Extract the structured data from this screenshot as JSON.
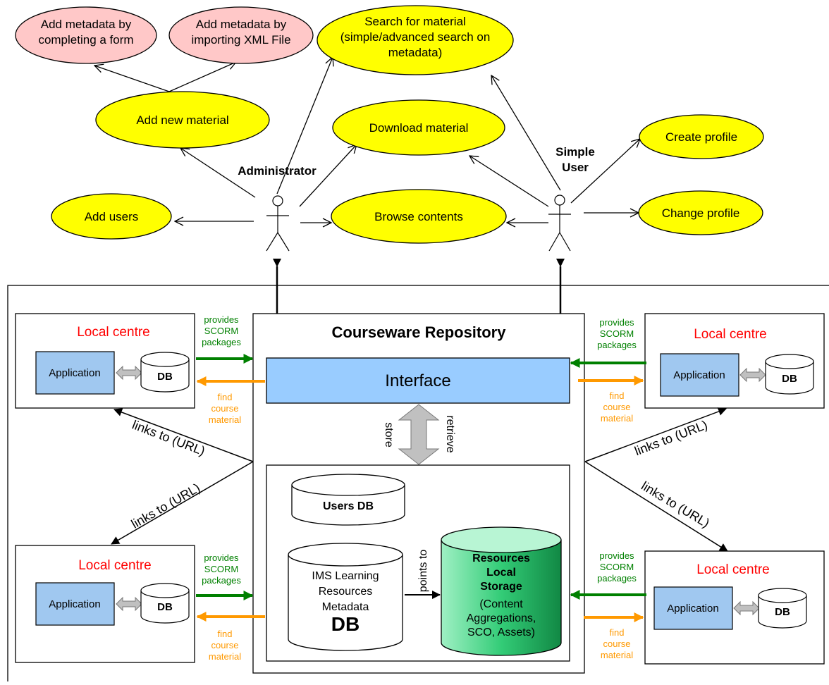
{
  "use_cases": {
    "add_meta_form": [
      "Add metadata by",
      "completing a form"
    ],
    "add_meta_xml": [
      "Add metadata by",
      "importing XML File"
    ],
    "search": [
      "Search for material",
      "(simple/advanced search on",
      "metadata)"
    ],
    "add_material": [
      "Add new material"
    ],
    "download": [
      "Download material"
    ],
    "create_profile": [
      "Create profile"
    ],
    "add_users": [
      "Add users"
    ],
    "browse": [
      "Browse contents"
    ],
    "change_profile": [
      "Change profile"
    ]
  },
  "actors": {
    "administrator": [
      "Administrator"
    ],
    "simple_user": [
      "Simple",
      "User"
    ]
  },
  "repository": {
    "title": "Courseware Repository",
    "interface": "Interface",
    "store": "store",
    "retrieve": "retrieve",
    "users_db": "Users DB",
    "ims_db": [
      "IMS Learning",
      "Resources",
      "Metadata"
    ],
    "db_big": "DB",
    "points_to": "points to",
    "resources_bold": [
      "Resources",
      "Local",
      "Storage"
    ],
    "resources_normal": [
      "(Content",
      "Aggregations,",
      "SCO, Assets)"
    ]
  },
  "local_centre": {
    "title": "Local centre",
    "application": "Application",
    "db": "DB"
  },
  "flows": {
    "provides": [
      "provides",
      "SCORM",
      "packages"
    ],
    "find": [
      "find",
      "course",
      "material"
    ],
    "links": "links to (URL)"
  },
  "colors": {
    "use_case_fill": "#ffff00",
    "metadata_case_fill": "#ffc8c8",
    "interface_fill": "#99ccff",
    "application_fill": "#a0c8f0",
    "storage_fill": "#33cc77",
    "provides_color": "#008000",
    "find_color": "#ff9900",
    "local_title_color": "#ff0000"
  }
}
